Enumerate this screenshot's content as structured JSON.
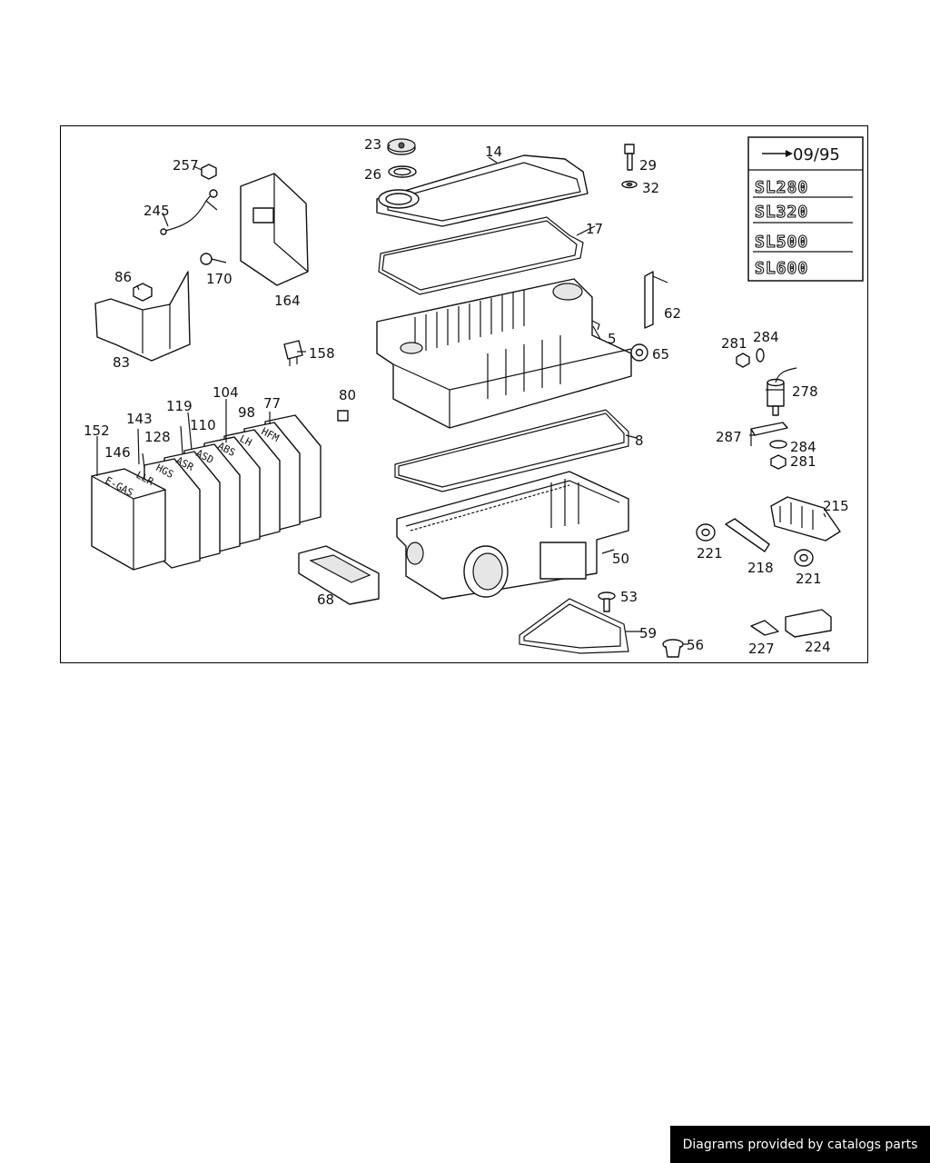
{
  "legend": {
    "date": "09/95",
    "models": [
      "SL280",
      "SL320",
      "SL500",
      "SL600"
    ]
  },
  "footer": {
    "text": "Diagrams provided by catalogs parts"
  },
  "callouts": {
    "c23": "23",
    "c14": "14",
    "c26": "26",
    "c29": "29",
    "c32": "32",
    "c17": "17",
    "c257": "257",
    "c245": "245",
    "c170": "170",
    "c164": "164",
    "c86": "86",
    "c83": "83",
    "c62": "62",
    "c5": "5",
    "c65": "65",
    "c158": "158",
    "c80": "80",
    "c281a": "281",
    "c284a": "284",
    "c278": "278",
    "c287": "287",
    "c284b": "284",
    "c281b": "281",
    "c104": "104",
    "c77": "77",
    "c119": "119",
    "c98": "98",
    "c143": "143",
    "c110": "110",
    "c152": "152",
    "c128": "128",
    "c146": "146",
    "c8": "8",
    "c215": "215",
    "c221a": "221",
    "c218": "218",
    "c221b": "221",
    "c50": "50",
    "c68": "68",
    "c53": "53",
    "c59": "59",
    "c56": "56",
    "c227": "227",
    "c224": "224"
  },
  "modules": {
    "m_egas": "E-GAS",
    "m_llr": "LLR",
    "m_hgs": "HGS",
    "m_asr": "ASR",
    "m_asd": "ASD",
    "m_abs": "ABS",
    "m_lh": "LH",
    "m_hfm": "HFM"
  }
}
